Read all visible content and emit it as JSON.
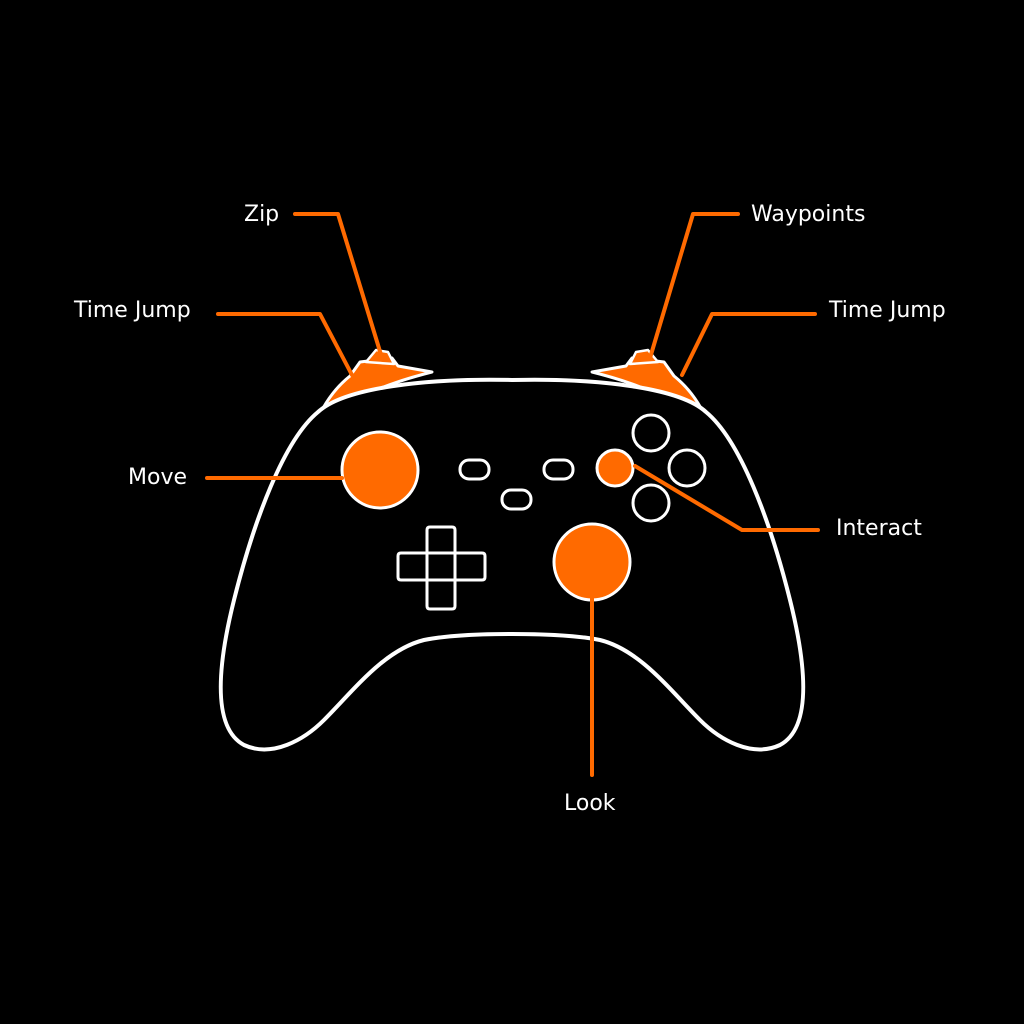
{
  "colors": {
    "background": "#000000",
    "outline": "#ffffff",
    "accent": "#ff6a00"
  },
  "labels": {
    "zip": "Zip",
    "time_jump_left": "Time Jump",
    "move": "Move",
    "waypoints": "Waypoints",
    "time_jump_right": "Time Jump",
    "interact": "Interact",
    "look": "Look"
  }
}
